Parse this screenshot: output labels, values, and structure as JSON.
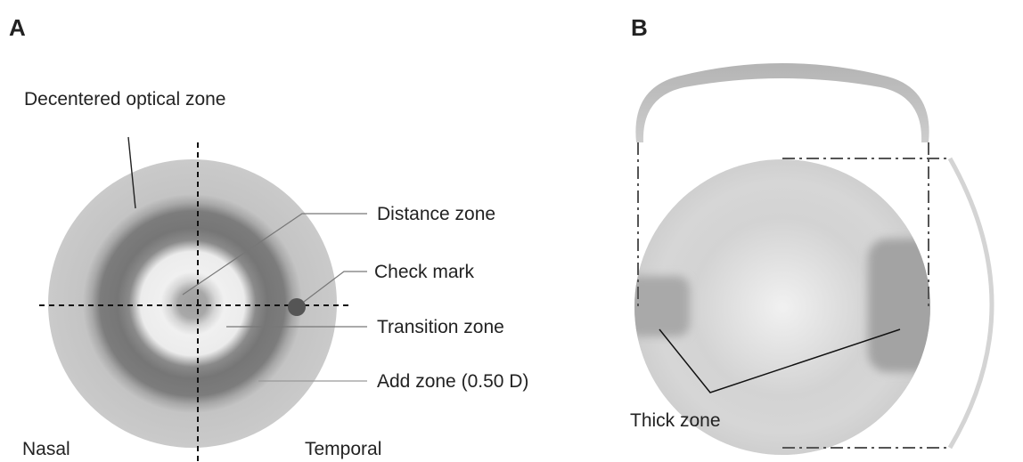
{
  "panel_a": {
    "letter": "A",
    "labels": {
      "optical_zone": "Decentered optical zone",
      "distance_zone": "Distance zone",
      "check_mark": "Check mark",
      "transition_zone": "Transition zone",
      "add_zone": "Add zone (0.50 D)",
      "nasal": "Nasal",
      "temporal": "Temporal"
    }
  },
  "panel_b": {
    "letter": "B",
    "labels": {
      "thick_zone": "Thick zone"
    }
  },
  "colors": {
    "outer_lens": "#c8c8c8",
    "add_ring": "#7a7a7a",
    "transition": "#ebebeb",
    "distance_center": "#a6a6a6",
    "check_mark": "#555555"
  }
}
